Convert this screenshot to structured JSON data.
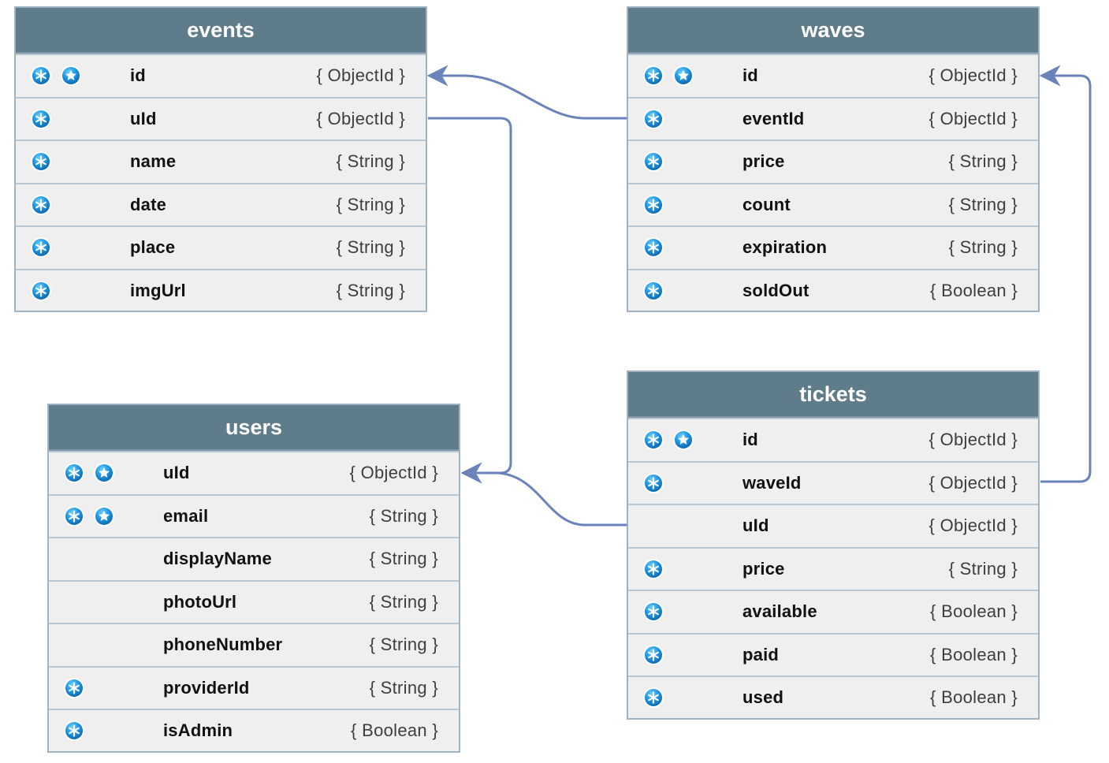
{
  "diagram": {
    "connector_color": "#6a83b8",
    "header_color": "#5f7c8a",
    "row_color": "#efefef",
    "icons": {
      "primary": "asterisk-key-icon",
      "secondary": "star-key-icon"
    }
  },
  "tables": {
    "events": {
      "title": "events",
      "rows": [
        {
          "name": "id",
          "type": "{ ObjectId }",
          "icons": [
            "asterisk",
            "star"
          ]
        },
        {
          "name": "uId",
          "type": "{ ObjectId }",
          "icons": [
            "asterisk"
          ]
        },
        {
          "name": "name",
          "type": "{ String }",
          "icons": [
            "asterisk"
          ]
        },
        {
          "name": "date",
          "type": "{ String }",
          "icons": [
            "asterisk"
          ]
        },
        {
          "name": "place",
          "type": "{ String }",
          "icons": [
            "asterisk"
          ]
        },
        {
          "name": "imgUrl",
          "type": "{ String }",
          "icons": [
            "asterisk"
          ]
        }
      ]
    },
    "waves": {
      "title": "waves",
      "rows": [
        {
          "name": "id",
          "type": "{ ObjectId }",
          "icons": [
            "asterisk",
            "star"
          ]
        },
        {
          "name": "eventId",
          "type": "{ ObjectId }",
          "icons": [
            "asterisk"
          ]
        },
        {
          "name": "price",
          "type": "{ String }",
          "icons": [
            "asterisk"
          ]
        },
        {
          "name": "count",
          "type": "{ String }",
          "icons": [
            "asterisk"
          ]
        },
        {
          "name": "expiration",
          "type": "{ String }",
          "icons": [
            "asterisk"
          ]
        },
        {
          "name": "soldOut",
          "type": "{ Boolean }",
          "icons": [
            "asterisk"
          ]
        }
      ]
    },
    "users": {
      "title": "users",
      "rows": [
        {
          "name": "uId",
          "type": "{ ObjectId }",
          "icons": [
            "asterisk",
            "star"
          ]
        },
        {
          "name": "email",
          "type": "{ String }",
          "icons": [
            "asterisk",
            "star"
          ]
        },
        {
          "name": "displayName",
          "type": "{ String }",
          "icons": []
        },
        {
          "name": "photoUrl",
          "type": "{ String }",
          "icons": []
        },
        {
          "name": "phoneNumber",
          "type": "{ String }",
          "icons": []
        },
        {
          "name": "providerId",
          "type": "{ String }",
          "icons": [
            "asterisk"
          ]
        },
        {
          "name": "isAdmin",
          "type": "{ Boolean }",
          "icons": [
            "asterisk"
          ]
        }
      ]
    },
    "tickets": {
      "title": "tickets",
      "rows": [
        {
          "name": "id",
          "type": "{ ObjectId }",
          "icons": [
            "asterisk",
            "star"
          ]
        },
        {
          "name": "waveId",
          "type": "{ ObjectId }",
          "icons": [
            "asterisk"
          ]
        },
        {
          "name": "uId",
          "type": "{ ObjectId }",
          "icons": []
        },
        {
          "name": "price",
          "type": "{ String }",
          "icons": [
            "asterisk"
          ]
        },
        {
          "name": "available",
          "type": "{ Boolean }",
          "icons": [
            "asterisk"
          ]
        },
        {
          "name": "paid",
          "type": "{ Boolean }",
          "icons": [
            "asterisk"
          ]
        },
        {
          "name": "used",
          "type": "{ Boolean }",
          "icons": [
            "asterisk"
          ]
        }
      ]
    }
  }
}
